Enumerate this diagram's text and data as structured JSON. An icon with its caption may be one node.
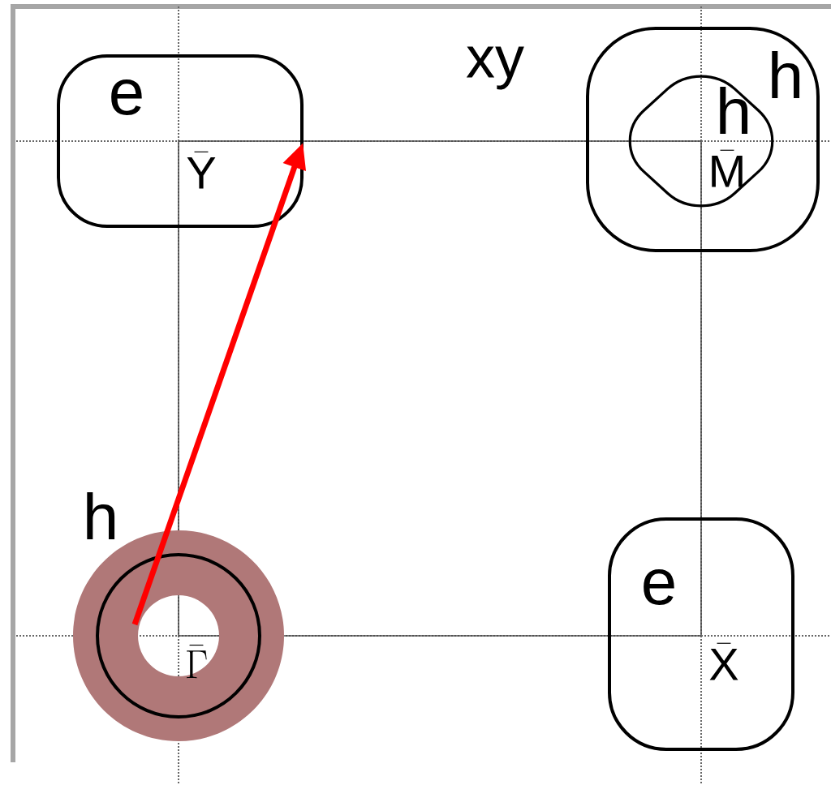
{
  "diagram": {
    "title": "xy",
    "nodes": [
      {
        "text": [
          "e"
        ]
      },
      {
        "text": [
          "h"
        ]
      },
      {
        "text": [
          "h"
        ],
        "in": 1
      },
      {
        "text": [
          "h"
        ]
      },
      {
        "text": [
          "e"
        ]
      }
    ],
    "edges": [
      {
        "from": 3,
        "to": 0,
        "arrow": "to",
        "color": "#ff0000"
      }
    ],
    "labels": [
      "\\bar{\\mathrm{Y}}",
      "\\bar{\\mathrm{M}}",
      "\\bar{\\Gamma}",
      "\\bar{\\mathrm{X}}"
    ]
  }
}
